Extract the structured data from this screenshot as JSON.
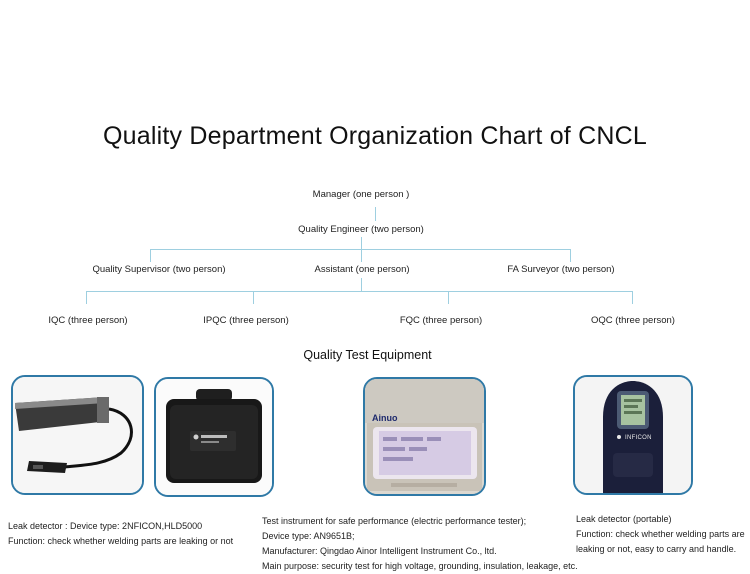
{
  "title": "Quality Department Organization Chart of CNCL",
  "org": {
    "manager": "Manager (one person )",
    "engineer": "Quality Engineer (two person)",
    "supervisor": "Quality Supervisor (two person)",
    "assistant": "Assistant (one person)",
    "fa_surveyor": "FA Surveyor (two person)",
    "iqc": "IQC (three person)",
    "ipqc": "IPQC (three person)",
    "fqc": "FQC (three person)",
    "oqc": "OQC (three person)"
  },
  "equipment_title": "Quality Test Equipment",
  "photos": {
    "tester_brand": "Ainuo",
    "inficon_brand": "INFICON"
  },
  "captions": {
    "leak_detector": [
      "Leak detector :  Device type: 2NFICON,HLD5000",
      "Function:  check whether welding parts are leaking or not"
    ],
    "tester": [
      "Test instrument for safe performance (electric performance tester);",
      " Device type:  AN9651B;",
      " Manufacturer:  Qingdao Ainor Intelligent Instrument Co., ltd.",
      " Main purpose:  security test for high voltage, grounding, insulation, leakage, etc."
    ],
    "portable": [
      "Leak detector (portable)",
      "Function:  check whether welding parts are",
      "leaking or not, easy to carry and handle."
    ]
  },
  "colors": {
    "connector": "#9ecfe0",
    "photo_border": "#2f79a6"
  }
}
